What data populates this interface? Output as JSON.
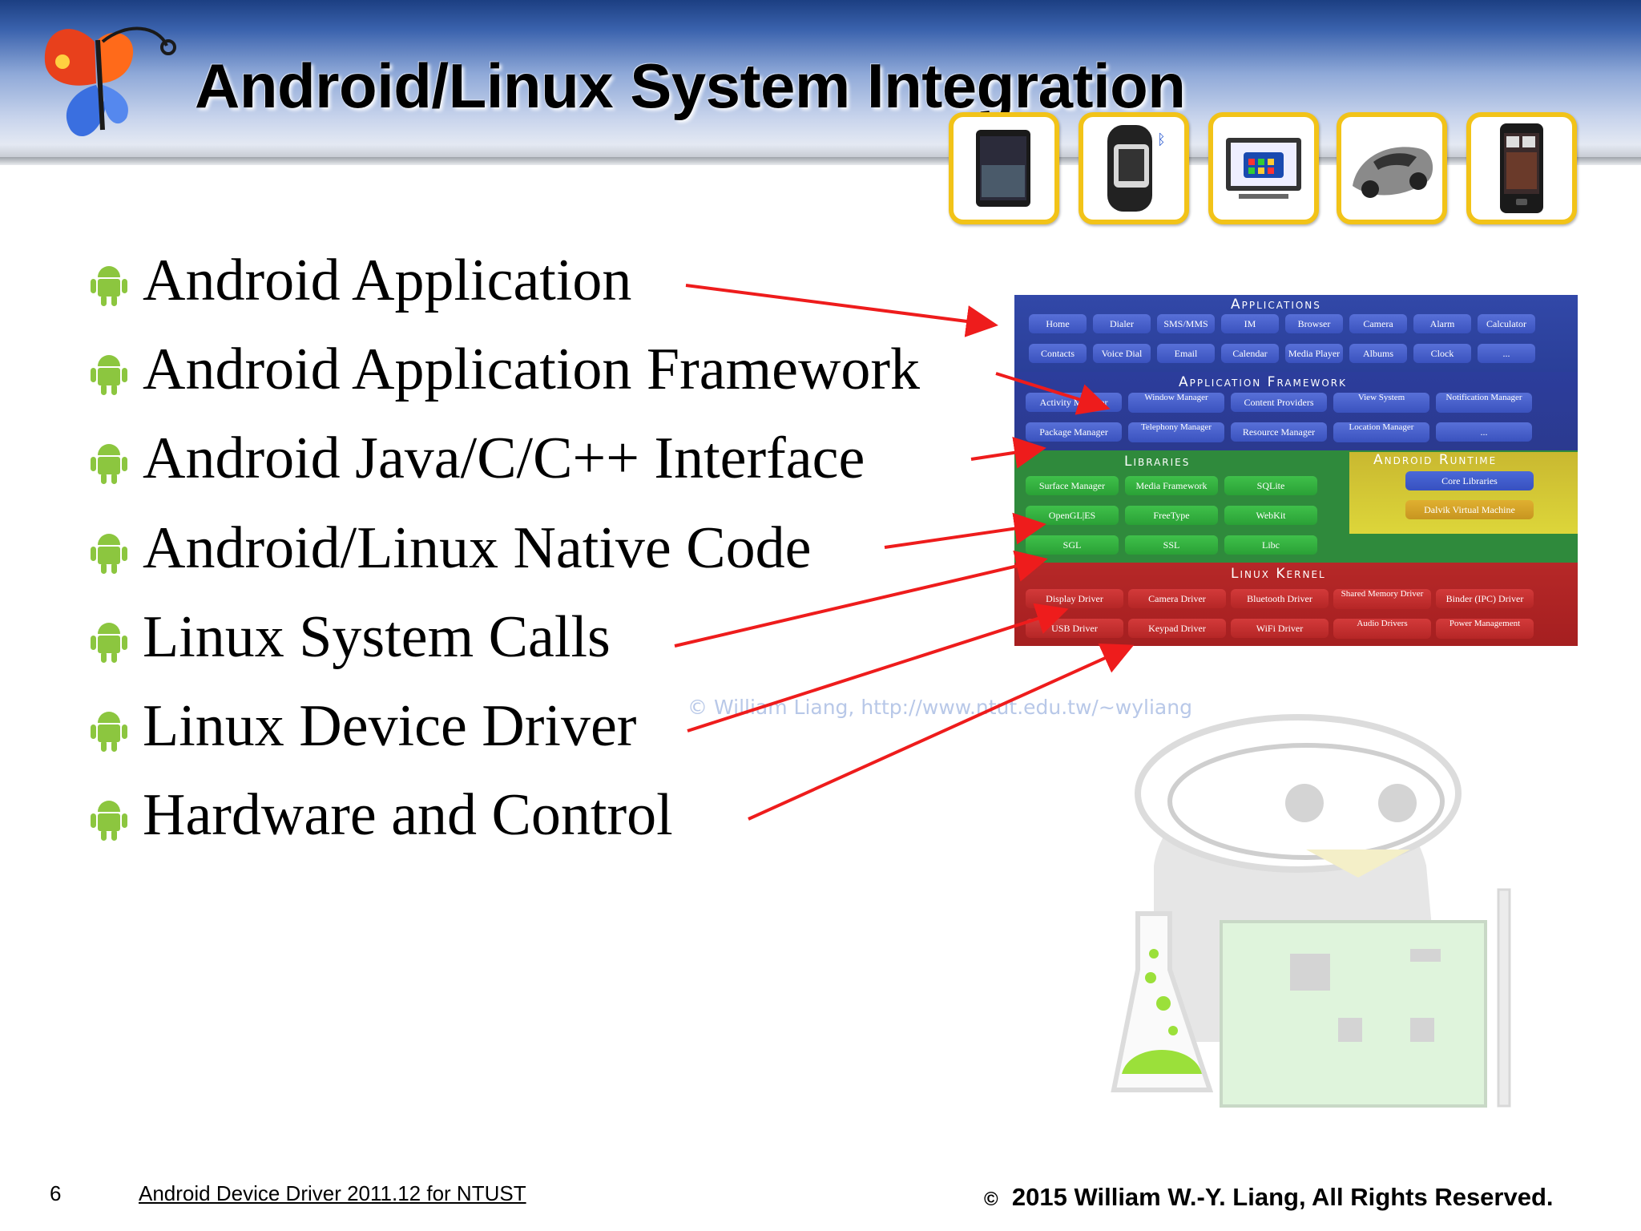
{
  "slide": {
    "title": "Android/Linux System Integration",
    "page_number": "6",
    "course": "Android Device Driver 2011.12 for NTUST",
    "copyright_symbol": "©",
    "copyright": "2015  William W.-Y. Liang, All Rights Reserved.",
    "watermark": "© William Liang, http://www.ntut.edu.tw/~wyliang"
  },
  "devices": [
    {
      "icon": "tablet-icon"
    },
    {
      "icon": "smartwatch-icon"
    },
    {
      "icon": "tv-icon"
    },
    {
      "icon": "car-icon"
    },
    {
      "icon": "phone-icon"
    }
  ],
  "bullets": [
    "Android Application",
    "Android Application Framework",
    "Android Java/C/C++ Interface",
    "Android/Linux Native Code",
    "Linux System Calls",
    "Linux Device Driver",
    "Hardware and Control"
  ],
  "stack": {
    "applications": {
      "title": "Applications",
      "row1": [
        "Home",
        "Dialer",
        "SMS/MMS",
        "IM",
        "Browser",
        "Camera",
        "Alarm",
        "Calculator"
      ],
      "row2": [
        "Contacts",
        "Voice Dial",
        "Email",
        "Calendar",
        "Media Player",
        "Albums",
        "Clock",
        "..."
      ]
    },
    "framework": {
      "title": "Application Framework",
      "row1": [
        "Activity Manager",
        "Window Manager",
        "Content Providers",
        "View System",
        "Notification Manager"
      ],
      "row2": [
        "Package Manager",
        "Telephony Manager",
        "Resource Manager",
        "Location Manager",
        "..."
      ]
    },
    "libraries": {
      "title": "Libraries",
      "items": [
        "Surface Manager",
        "Media Framework",
        "SQLite",
        "OpenGL|ES",
        "FreeType",
        "WebKit",
        "SGL",
        "SSL",
        "Libc"
      ]
    },
    "runtime": {
      "title": "Android Runtime",
      "items": [
        "Core Libraries",
        "Dalvik Virtual Machine"
      ]
    },
    "kernel": {
      "title": "Linux Kernel",
      "row1": [
        "Display Driver",
        "Camera Driver",
        "Bluetooth Driver",
        "Shared Memory Driver",
        "Binder (IPC) Driver"
      ],
      "row2": [
        "USB Driver",
        "Keypad Driver",
        "WiFi Driver",
        "Audio Drivers",
        "Power Management"
      ]
    }
  },
  "colors": {
    "arrow": "#ee1c1c",
    "bullet_green": "#8cc63f",
    "device_border": "#f2c318",
    "apps_blue": "#2a3f99",
    "libs_green": "#2f8a3c",
    "runtime_yellow": "#d8cf38",
    "kernel_red": "#a51f20"
  }
}
